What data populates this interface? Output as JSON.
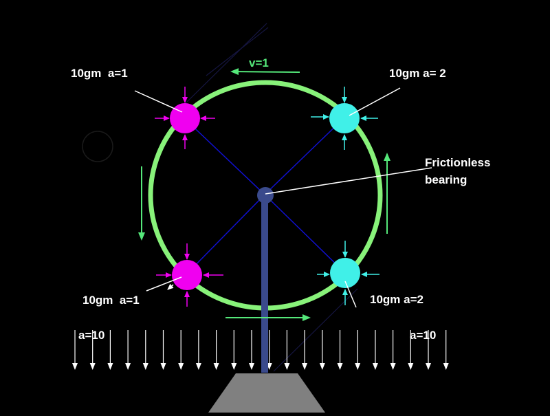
{
  "colors": {
    "background": "#000000",
    "wheel": "#88f27a",
    "spokes": "#1010d0",
    "magenta": "#f000f0",
    "cyan": "#40f0e8",
    "axle": "#3a4a8c",
    "base": "#808080",
    "text": "#ffffff",
    "velocity": "#55e87a"
  },
  "labels": {
    "top_left": "10gm  a=1",
    "top_right": "10gm a= 2",
    "bottom_left": "10gm  a=1",
    "bottom_right": "10gm a=2",
    "bearing_line1": "Frictionless",
    "bearing_line2": "bearing",
    "velocity": "v=1",
    "gravity_left": "a=10",
    "gravity_right": "a=10"
  }
}
